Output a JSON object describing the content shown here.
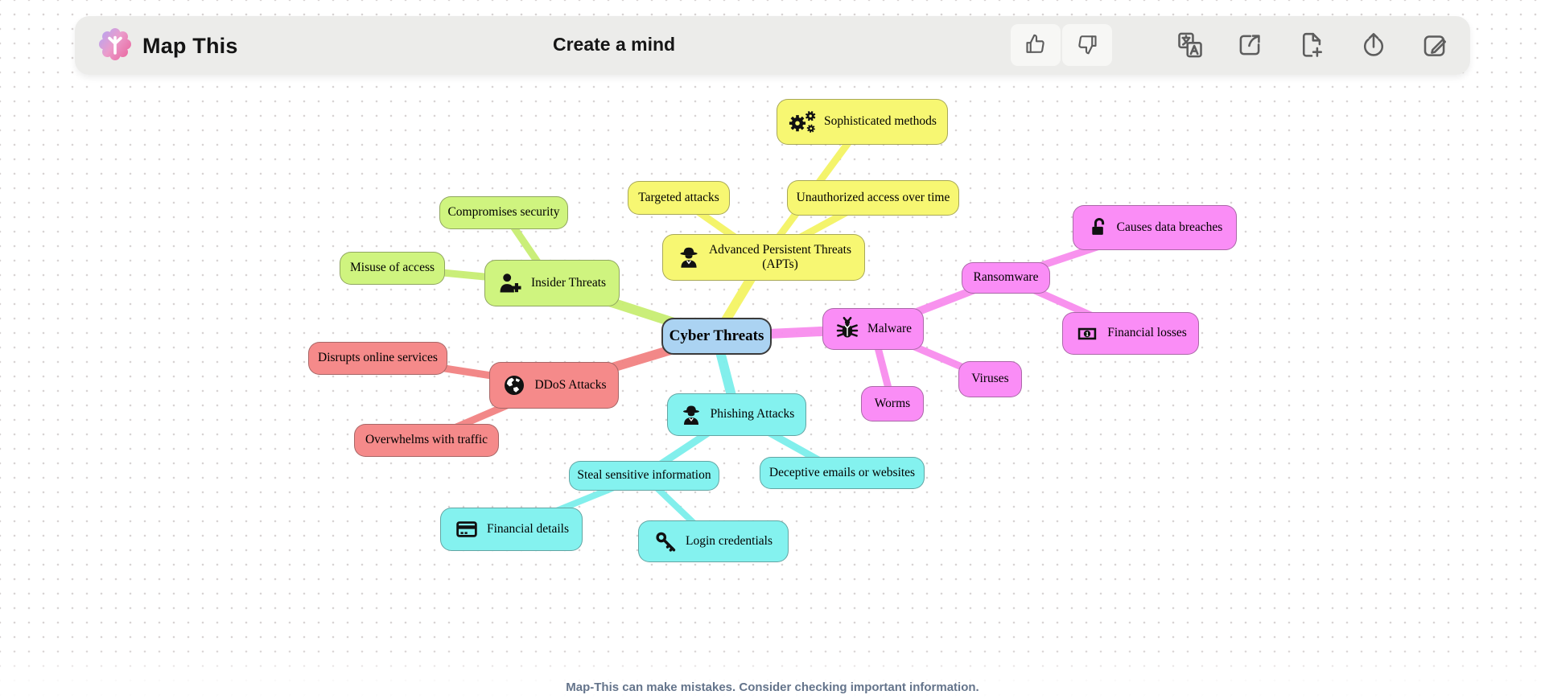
{
  "header": {
    "app_name": "Map This",
    "title": "Create a mind",
    "toolbar_icons": [
      "thumbs-up",
      "thumbs-down",
      "translate",
      "share",
      "new-file",
      "upload",
      "edit"
    ]
  },
  "colors": {
    "header_bar": "#ECECEA",
    "center_node": "#ABD3F2",
    "branch_yellow": "#F7F772",
    "branch_green": "#CFF47F",
    "branch_pink": "#FA8DF6",
    "branch_red": "#F58A8A",
    "branch_cyan": "#84F2EF"
  },
  "mindmap": {
    "root": {
      "label": "Cyber Threats"
    },
    "nodes": {
      "apts": {
        "label_line1": "Advanced Persistent Threats",
        "label_line2": "(APTs)",
        "icon": "spy-icon",
        "branch": "yellow"
      },
      "targeted": {
        "label": "Targeted attacks",
        "branch": "yellow"
      },
      "sophisticated": {
        "label": "Sophisticated methods",
        "icon": "gears-icon",
        "branch": "yellow"
      },
      "unauthorized": {
        "label": "Unauthorized access over time",
        "branch": "yellow"
      },
      "insider": {
        "label": "Insider Threats",
        "icon": "person-plus-icon",
        "branch": "green"
      },
      "compromises": {
        "label": "Compromises security",
        "branch": "green"
      },
      "misuse": {
        "label": "Misuse of access",
        "branch": "green"
      },
      "malware": {
        "label": "Malware",
        "icon": "bug-icon",
        "branch": "pink"
      },
      "ransomware": {
        "label": "Ransomware",
        "branch": "pink"
      },
      "causes_breaches": {
        "label": "Causes data breaches",
        "icon": "unlock-icon",
        "branch": "pink"
      },
      "financial_losses": {
        "label": "Financial losses",
        "icon": "banknote-icon",
        "branch": "pink"
      },
      "viruses": {
        "label": "Viruses",
        "branch": "pink"
      },
      "worms": {
        "label": "Worms",
        "branch": "pink"
      },
      "ddos": {
        "label": "DDoS Attacks",
        "icon": "globe-icon",
        "branch": "red"
      },
      "disrupts": {
        "label": "Disrupts online services",
        "branch": "red"
      },
      "overwhelms": {
        "label": "Overwhelms with traffic",
        "branch": "red"
      },
      "phishing": {
        "label": "Phishing Attacks",
        "icon": "spy-icon",
        "branch": "cyan"
      },
      "steal": {
        "label": "Steal sensitive information",
        "branch": "cyan"
      },
      "deceptive": {
        "label": "Deceptive emails or websites",
        "branch": "cyan"
      },
      "financial_details": {
        "label": "Financial details",
        "icon": "credit-card-icon",
        "branch": "cyan"
      },
      "login": {
        "label": "Login credentials",
        "icon": "key-icon",
        "branch": "cyan"
      }
    }
  },
  "footer": {
    "disclaimer": "Map-This can make mistakes. Consider checking important information."
  }
}
